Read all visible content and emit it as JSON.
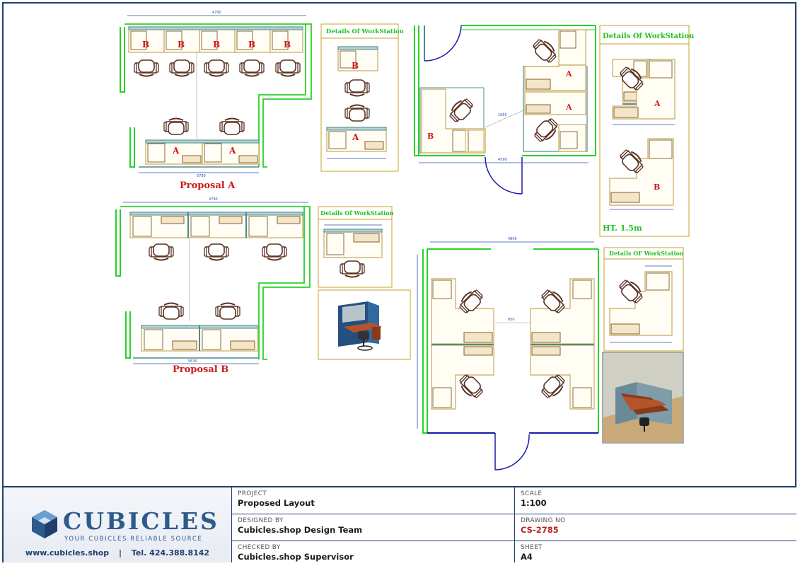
{
  "drawing": {
    "proposal_a_label": "Proposal A",
    "proposal_b_label": "Proposal B",
    "details_label_1": "Details Of WorkStation",
    "details_label_2": "Details Of WorkStation",
    "details_label_3": "Details Of WorkStation",
    "details_label_4": "Details OF WorkStation",
    "height_note": "HT. 1.5m",
    "type_a": "A",
    "type_b": "B"
  },
  "title_block": {
    "brand": "CUBICLES",
    "tagline": "YOUR CUBICLES RELIABLE SOURCE",
    "website": "www.cubicles.shop",
    "separator": "|",
    "phone": "Tel. 424.388.8142",
    "project_label": "PROJECT",
    "project_value": "Proposed Layout",
    "designed_label": "DESIGNED BY",
    "designed_value": "Cubicles.shop Design Team",
    "checked_label": "CHECKED BY",
    "checked_value": "Cubicles.shop Supervisor",
    "scale_label": "SCALE",
    "scale_value": "1:100",
    "drawing_no_label": "DRAWING NO",
    "drawing_no_value": "CS-2785",
    "sheet_label": "SHEET",
    "sheet_value": "A4"
  },
  "colors": {
    "frame": "#1f3f6e",
    "wall_green": "#27d227",
    "door_blue": "#1a1aa8",
    "desk_tan": "#c8a85a",
    "panel_teal": "#4c8c8c",
    "chair_brown": "#5a3424",
    "label_red": "#d01818",
    "detail_green": "#22c022",
    "detail_border": "#c8a028",
    "dim_blue": "#2c4fb0"
  }
}
